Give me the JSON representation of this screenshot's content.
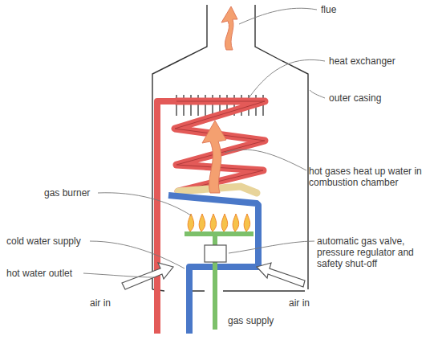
{
  "diagram": {
    "labels": [
      "flue",
      "heat exchanger",
      "outer casing",
      "hot gases heat up water in combustion chamber",
      "gas burner",
      "cold water supply",
      "automatic gas valve, pressure regulator and safety shut-off",
      "hot water outlet",
      "air in",
      "air in",
      "gas supply"
    ]
  }
}
